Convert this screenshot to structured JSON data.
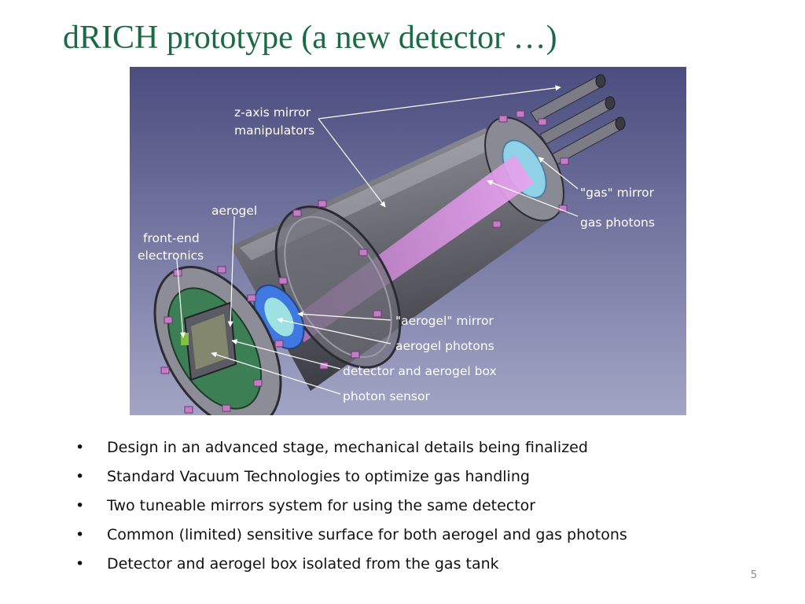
{
  "slide": {
    "title": "dRICH prototype (a new detector …)",
    "page_number": "5"
  },
  "figure": {
    "labels": {
      "z_axis_line1": "z-axis mirror",
      "z_axis_line2": "manipulators",
      "aerogel": "aerogel",
      "front_end_line1": "front-end",
      "front_end_line2": "electronics",
      "gas_mirror": "\"gas\" mirror",
      "gas_photons": "gas photons",
      "aerogel_mirror": "\"aerogel\" mirror",
      "aerogel_photons": "aerogel photons",
      "detector_box": "detector and aerogel box",
      "photon_sensor": "photon sensor"
    }
  },
  "bullets": [
    "Design in an advanced stage, mechanical details being finalized",
    "Standard Vacuum Technologies to optimize gas handling",
    "Two tuneable mirrors system for using the same detector",
    "Common (limited) sensitive surface for both aerogel and gas photons",
    "Detector and aerogel box isolated from the gas tank"
  ],
  "bullet_marker": "•",
  "colors": {
    "title": "#1a6b45",
    "figure_bg_top": "#4a4d7e",
    "figure_bg_bottom": "#a3a5c6",
    "gas_photon_beam": "#d58be0",
    "aerogel_mirror": "#3f78e0",
    "flange_clamp": "#c27dc4"
  }
}
